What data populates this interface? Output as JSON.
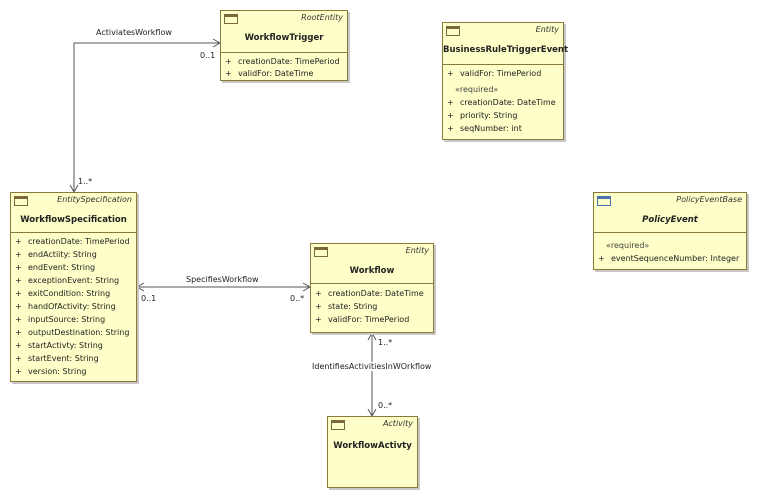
{
  "classes": {
    "workflow_trigger": {
      "stereotype": "RootEntity",
      "name": "WorkflowTrigger",
      "attributes": [
        {
          "vis": "+",
          "text": "creationDate: TimePeriod"
        },
        {
          "vis": "+",
          "text": "validFor: DateTime"
        }
      ]
    },
    "business_rule_trigger_event": {
      "stereotype": "Entity",
      "name": "BusinessRuleTriggerEvent",
      "attributes": [
        {
          "vis": "+",
          "text": "validFor: TimePeriod"
        }
      ],
      "required_tag": "«required»",
      "required_attributes": [
        {
          "vis": "+",
          "text": "creationDate: DateTime"
        },
        {
          "vis": "+",
          "text": "priority: String"
        },
        {
          "vis": "+",
          "text": "seqNumber: int"
        }
      ]
    },
    "workflow_specification": {
      "stereotype": "EntitySpecification",
      "name": "WorkflowSpecification",
      "attributes": [
        {
          "vis": "+",
          "text": "creationDate: TimePeriod"
        },
        {
          "vis": "+",
          "text": "endActiity: String"
        },
        {
          "vis": "+",
          "text": "endEvent: String"
        },
        {
          "vis": "+",
          "text": "exceptionEvent: String"
        },
        {
          "vis": "+",
          "text": "exitCondition: String"
        },
        {
          "vis": "+",
          "text": "handOfActivity: String"
        },
        {
          "vis": "+",
          "text": "inputSource: String"
        },
        {
          "vis": "+",
          "text": "outputDestination: String"
        },
        {
          "vis": "+",
          "text": "startActivty: String"
        },
        {
          "vis": "+",
          "text": "startEvent: String"
        },
        {
          "vis": "+",
          "text": "version: String"
        }
      ]
    },
    "policy_event": {
      "stereotype": "PolicyEventBase",
      "name": "PolicyEvent",
      "required_tag": "«required»",
      "required_attributes": [
        {
          "vis": "+",
          "text": "eventSequenceNumber: Integer"
        }
      ]
    },
    "workflow": {
      "stereotype": "Entity",
      "name": "Workflow",
      "attributes": [
        {
          "vis": "+",
          "text": "creationDate: DateTime"
        },
        {
          "vis": "+",
          "text": "state: String"
        },
        {
          "vis": "+",
          "text": "validFor: TimePeriod"
        }
      ]
    },
    "workflow_activity": {
      "stereotype": "Activity",
      "name": "WorkflowActivty"
    }
  },
  "associations": {
    "activiates_workflow": {
      "label": "ActiviatesWorkflow",
      "source_mult": "0..1",
      "target_mult": "1..*"
    },
    "specifies_workflow": {
      "label": "SpecifiesWorkflow",
      "source_mult": "0..1",
      "target_mult": "0..*"
    },
    "identifies_activities": {
      "label": "IdentifiesActivitiesInWOrkflow",
      "source_mult": "1..*",
      "target_mult": "0..*"
    }
  }
}
